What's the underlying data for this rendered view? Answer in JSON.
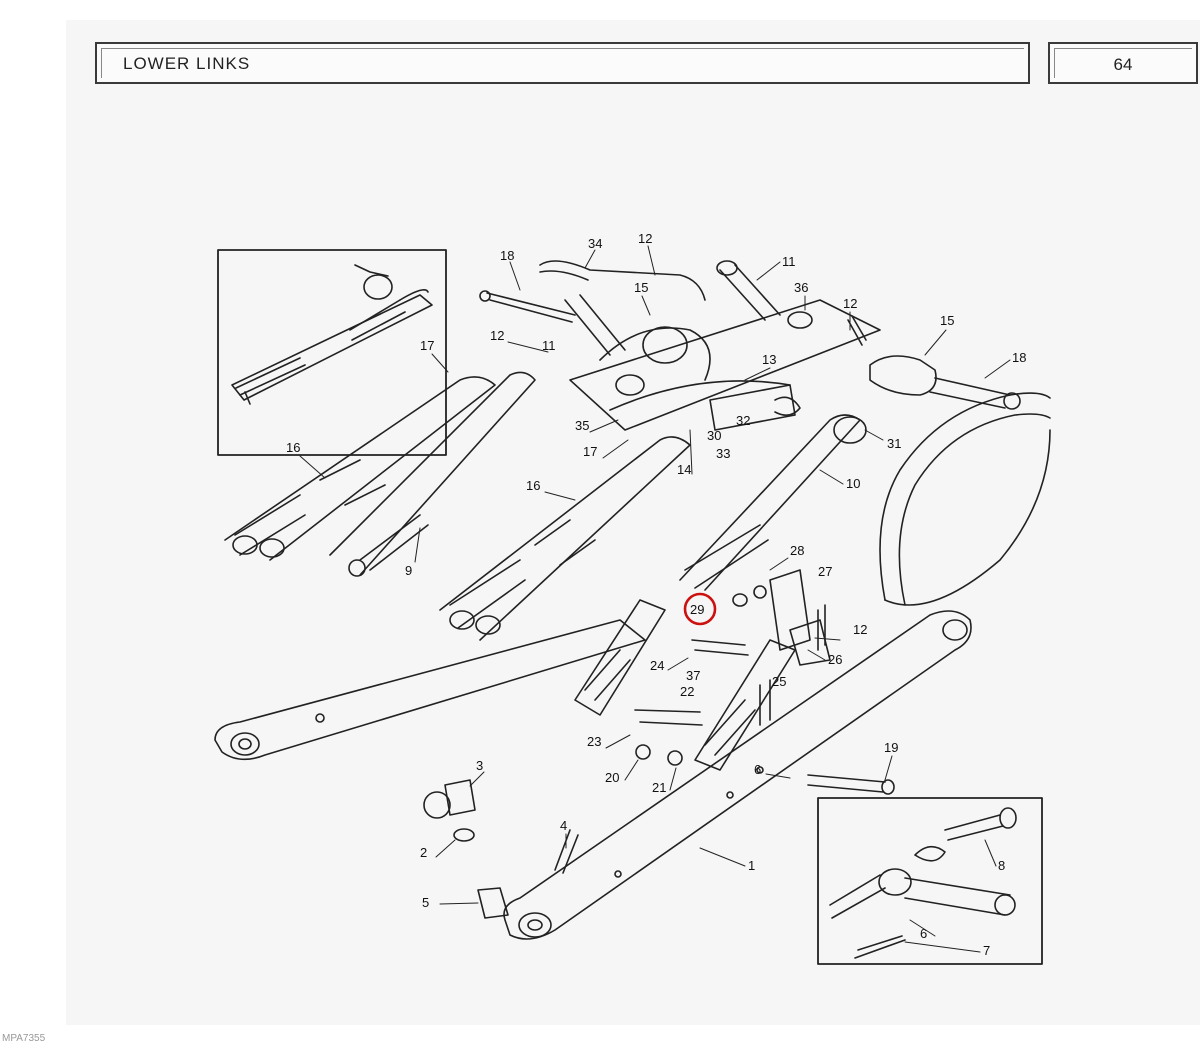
{
  "header": {
    "title": "LOWER LINKS",
    "page_number": "64"
  },
  "footer": {
    "reference": "MPA7355"
  },
  "highlight": {
    "part": "29",
    "color": "#cc1111"
  },
  "callouts": [
    {
      "n": "18"
    },
    {
      "n": "34"
    },
    {
      "n": "12"
    },
    {
      "n": "11"
    },
    {
      "n": "15"
    },
    {
      "n": "36"
    },
    {
      "n": "12"
    },
    {
      "n": "15"
    },
    {
      "n": "18"
    },
    {
      "n": "12"
    },
    {
      "n": "11"
    },
    {
      "n": "17"
    },
    {
      "n": "13"
    },
    {
      "n": "35"
    },
    {
      "n": "17"
    },
    {
      "n": "30"
    },
    {
      "n": "32"
    },
    {
      "n": "33"
    },
    {
      "n": "14"
    },
    {
      "n": "31"
    },
    {
      "n": "16"
    },
    {
      "n": "16"
    },
    {
      "n": "10"
    },
    {
      "n": "9"
    },
    {
      "n": "28"
    },
    {
      "n": "27"
    },
    {
      "n": "29"
    },
    {
      "n": "12"
    },
    {
      "n": "24"
    },
    {
      "n": "26"
    },
    {
      "n": "37"
    },
    {
      "n": "22"
    },
    {
      "n": "25"
    },
    {
      "n": "23"
    },
    {
      "n": "20"
    },
    {
      "n": "21"
    },
    {
      "n": "3"
    },
    {
      "n": "6"
    },
    {
      "n": "19"
    },
    {
      "n": "2"
    },
    {
      "n": "4"
    },
    {
      "n": "1"
    },
    {
      "n": "5"
    },
    {
      "n": "8"
    },
    {
      "n": "6"
    },
    {
      "n": "7"
    }
  ]
}
